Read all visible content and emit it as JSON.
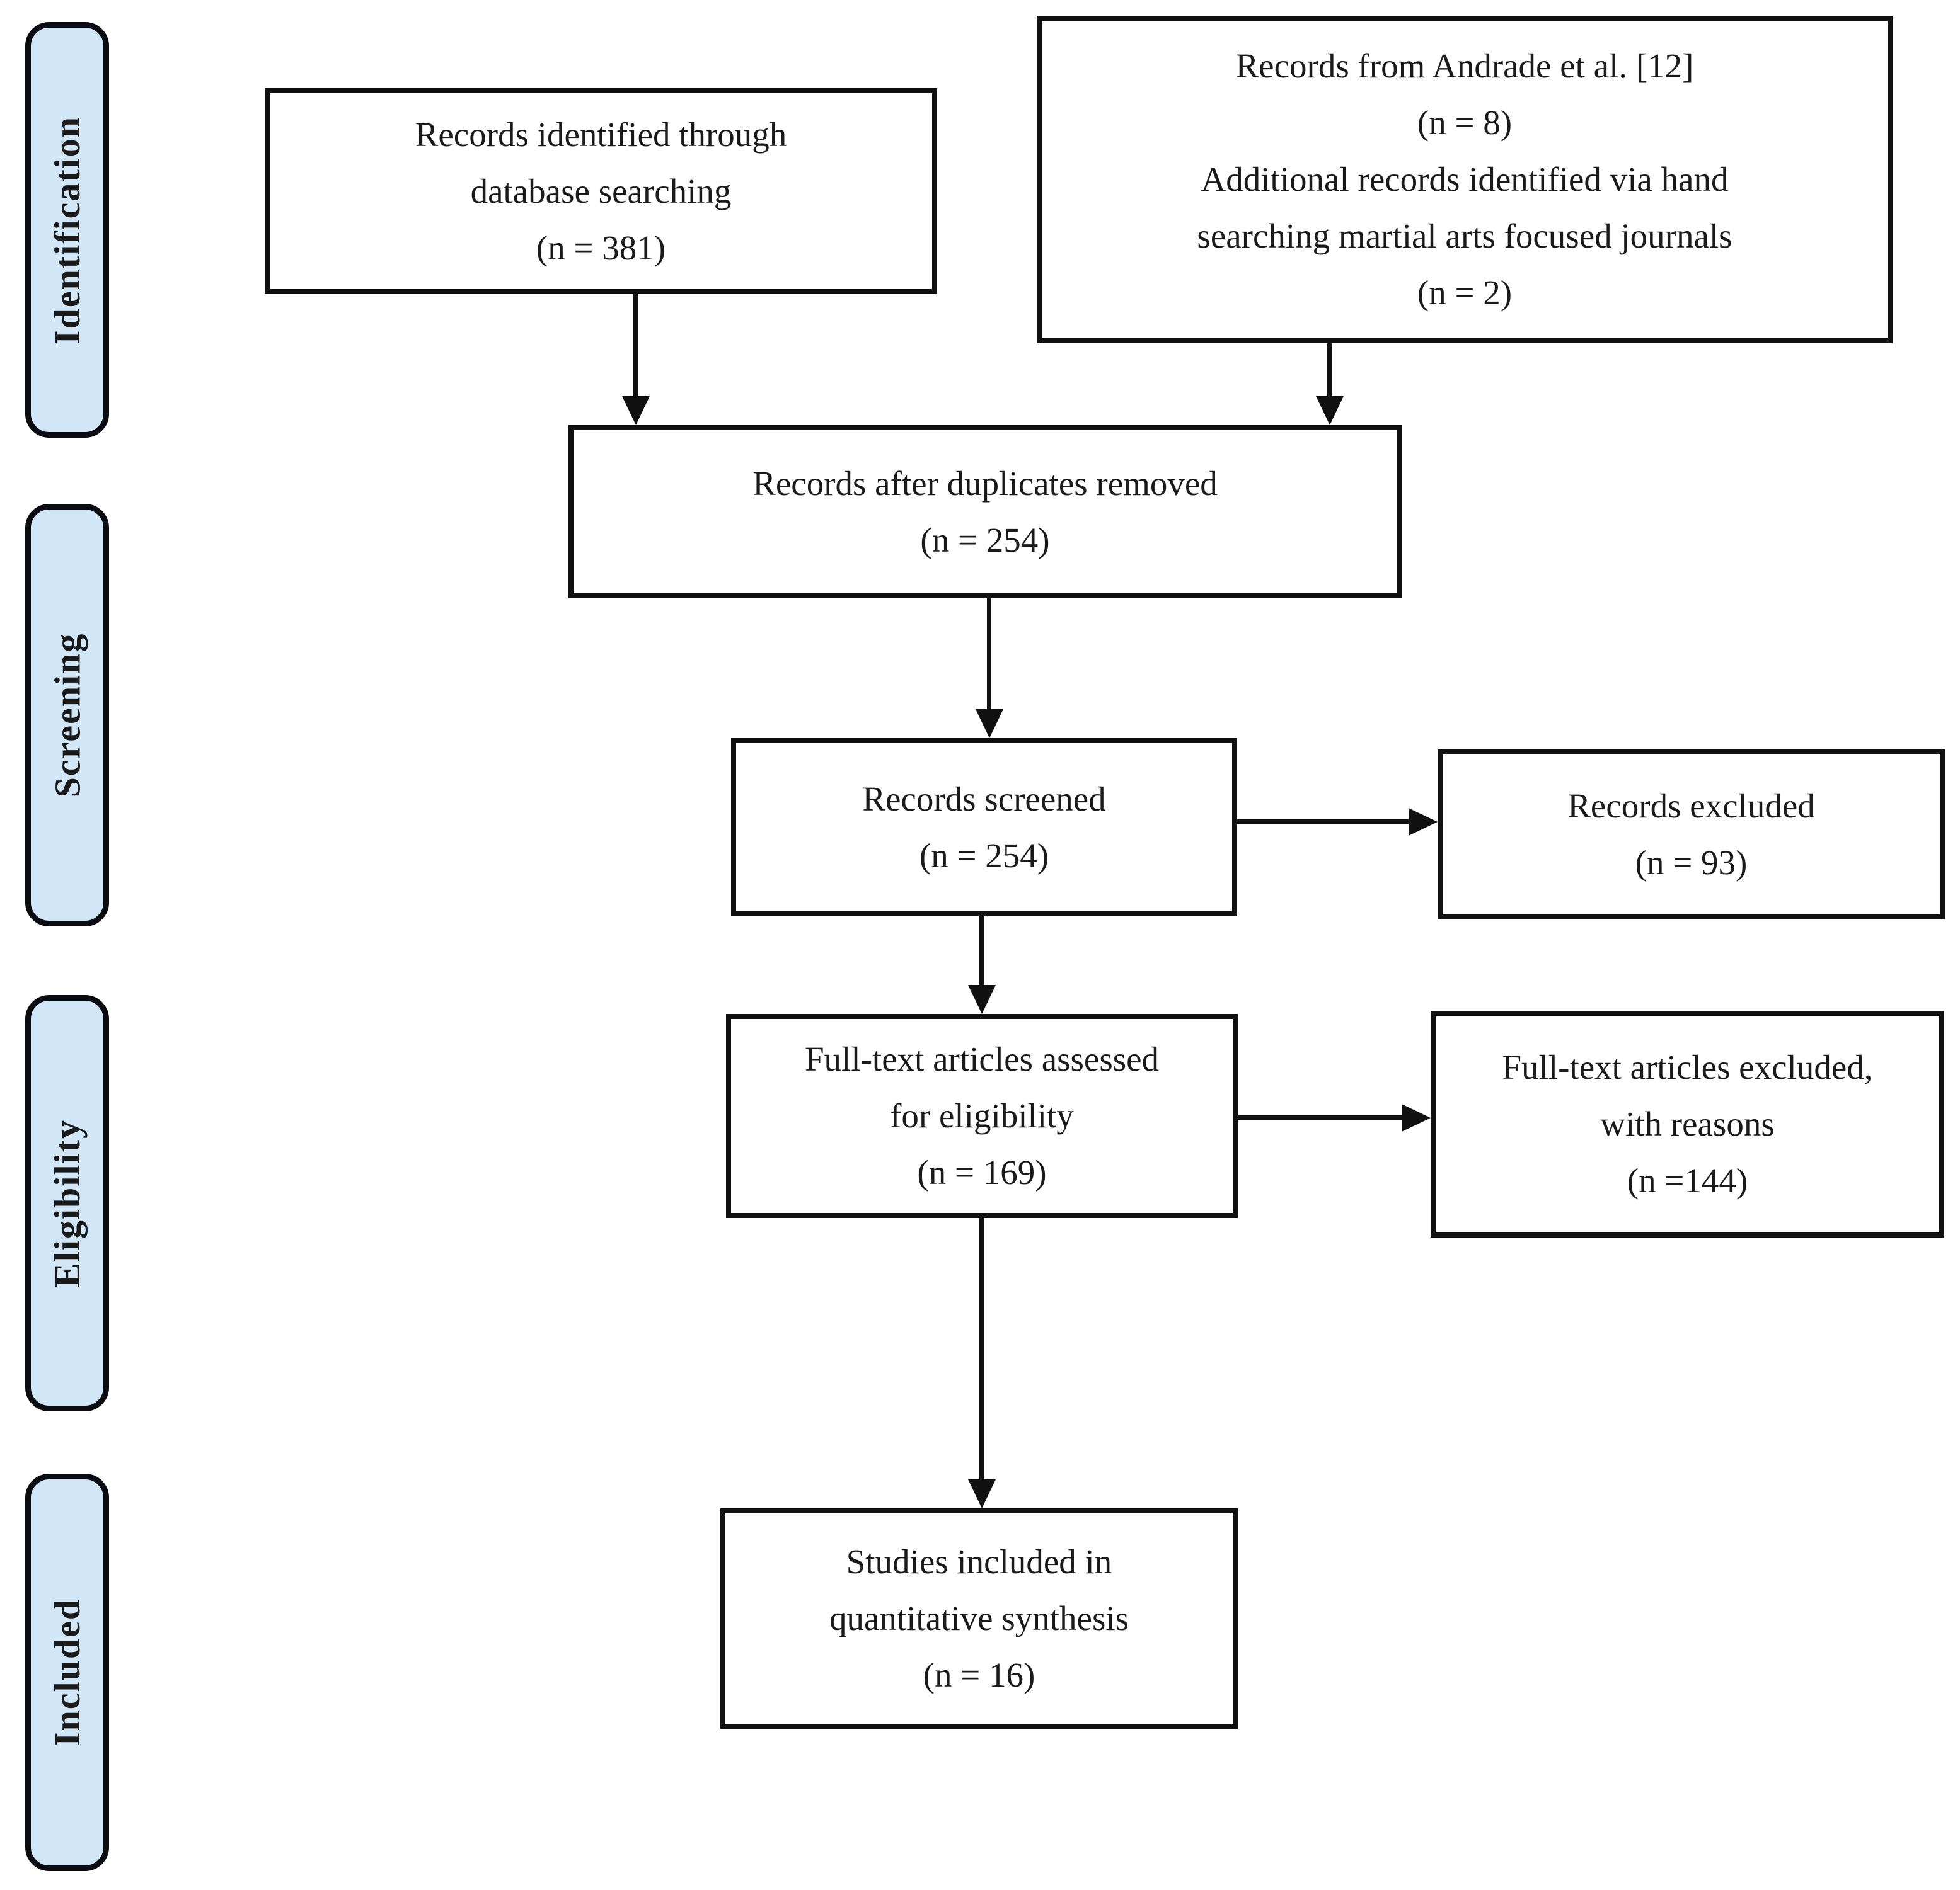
{
  "stages": [
    {
      "label": "Identification"
    },
    {
      "label": "Screening"
    },
    {
      "label": "Eligibility"
    },
    {
      "label": "Included"
    }
  ],
  "boxes": {
    "identified": {
      "lines": [
        "Records identified through",
        "database searching",
        "(n = 381)"
      ]
    },
    "additional": {
      "lines": [
        "Records from Andrade et al. [12]",
        "(n = 8)",
        "Additional records identified via hand",
        "searching martial arts focused journals",
        "(n = 2)"
      ]
    },
    "deduplicated": {
      "lines": [
        "Records after duplicates removed",
        "(n = 254)"
      ]
    },
    "screened": {
      "lines": [
        "Records screened",
        "(n = 254)"
      ]
    },
    "excluded": {
      "lines": [
        "Records excluded",
        "(n = 93)"
      ]
    },
    "fulltext": {
      "lines": [
        "Full-text articles assessed",
        "for eligibility",
        "(n = 169)"
      ]
    },
    "fulltext_excluded": {
      "lines": [
        "Full-text articles excluded,",
        "with reasons",
        "(n =144)"
      ]
    },
    "included": {
      "lines": [
        "Studies included in",
        "quantitative synthesis",
        "(n = 16)"
      ]
    }
  },
  "colors": {
    "stage_fill": "#d1e7f8",
    "stage_border": "#0b0b12",
    "box_border": "#111111",
    "arrow": "#111111",
    "text": "#1a1a1a",
    "background": "#ffffff"
  }
}
